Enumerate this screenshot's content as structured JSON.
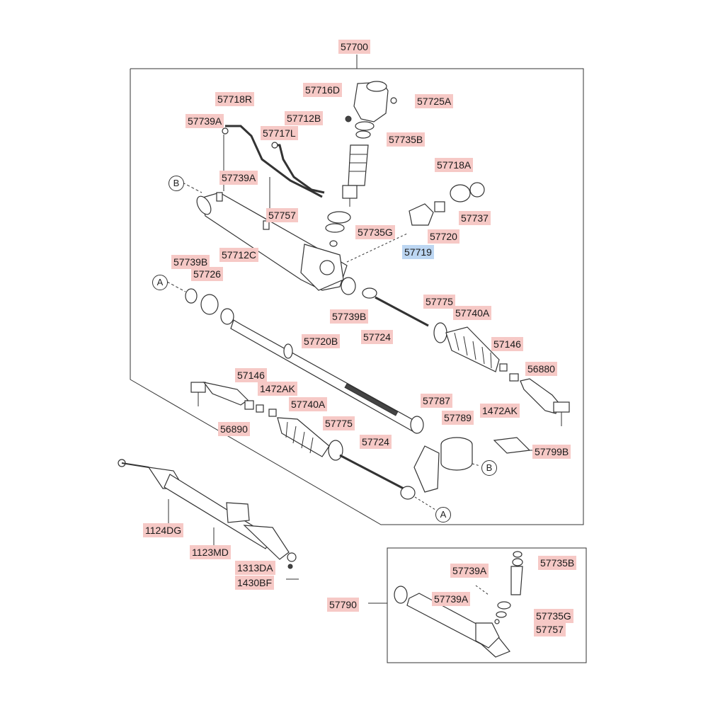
{
  "diagram": {
    "main_assembly_label": "57700",
    "inset_assembly_label": "57790",
    "highlight_color": "#bcd6f2",
    "label_color": "#f6c9c6",
    "labels": [
      {
        "id": "57700",
        "text": "57700"
      },
      {
        "id": "57716D",
        "text": "57716D"
      },
      {
        "id": "57725A",
        "text": "57725A"
      },
      {
        "id": "57718R",
        "text": "57718R"
      },
      {
        "id": "57712B",
        "text": "57712B"
      },
      {
        "id": "57739A-1",
        "text": "57739A"
      },
      {
        "id": "57717L",
        "text": "57717L"
      },
      {
        "id": "57735B-1",
        "text": "57735B"
      },
      {
        "id": "57739A-2",
        "text": "57739A"
      },
      {
        "id": "57718A",
        "text": "57718A"
      },
      {
        "id": "57737",
        "text": "57737"
      },
      {
        "id": "57757-1",
        "text": "57757"
      },
      {
        "id": "57735G-1",
        "text": "57735G"
      },
      {
        "id": "57720",
        "text": "57720"
      },
      {
        "id": "57719",
        "text": "57719",
        "highlight": true
      },
      {
        "id": "57712C",
        "text": "57712C"
      },
      {
        "id": "57739B-1",
        "text": "57739B"
      },
      {
        "id": "57726",
        "text": "57726"
      },
      {
        "id": "57739B-2",
        "text": "57739B"
      },
      {
        "id": "57775-1",
        "text": "57775"
      },
      {
        "id": "57740A-1",
        "text": "57740A"
      },
      {
        "id": "57724-1",
        "text": "57724"
      },
      {
        "id": "57720B",
        "text": "57720B"
      },
      {
        "id": "57146-1",
        "text": "57146"
      },
      {
        "id": "56880",
        "text": "56880"
      },
      {
        "id": "57146-2",
        "text": "57146"
      },
      {
        "id": "1472AK-1",
        "text": "1472AK"
      },
      {
        "id": "1472AK-2",
        "text": "1472AK"
      },
      {
        "id": "57787",
        "text": "57787"
      },
      {
        "id": "57740A-2",
        "text": "57740A"
      },
      {
        "id": "57789",
        "text": "57789"
      },
      {
        "id": "56890",
        "text": "56890"
      },
      {
        "id": "57775-2",
        "text": "57775"
      },
      {
        "id": "57724-2",
        "text": "57724"
      },
      {
        "id": "57799B",
        "text": "57799B"
      },
      {
        "id": "1124DG",
        "text": "1124DG"
      },
      {
        "id": "1123MD",
        "text": "1123MD"
      },
      {
        "id": "1313DA",
        "text": "1313DA"
      },
      {
        "id": "1430BF",
        "text": "1430BF"
      },
      {
        "id": "57790",
        "text": "57790"
      },
      {
        "id": "57739A-3",
        "text": "57739A"
      },
      {
        "id": "57735B-2",
        "text": "57735B"
      },
      {
        "id": "57739A-4",
        "text": "57739A"
      },
      {
        "id": "57735G-2",
        "text": "57735G"
      },
      {
        "id": "57757-2",
        "text": "57757"
      }
    ],
    "ref_markers": [
      {
        "id": "B-1",
        "text": "B"
      },
      {
        "id": "A-1",
        "text": "A"
      },
      {
        "id": "B-2",
        "text": "B"
      },
      {
        "id": "A-2",
        "text": "A"
      }
    ]
  }
}
